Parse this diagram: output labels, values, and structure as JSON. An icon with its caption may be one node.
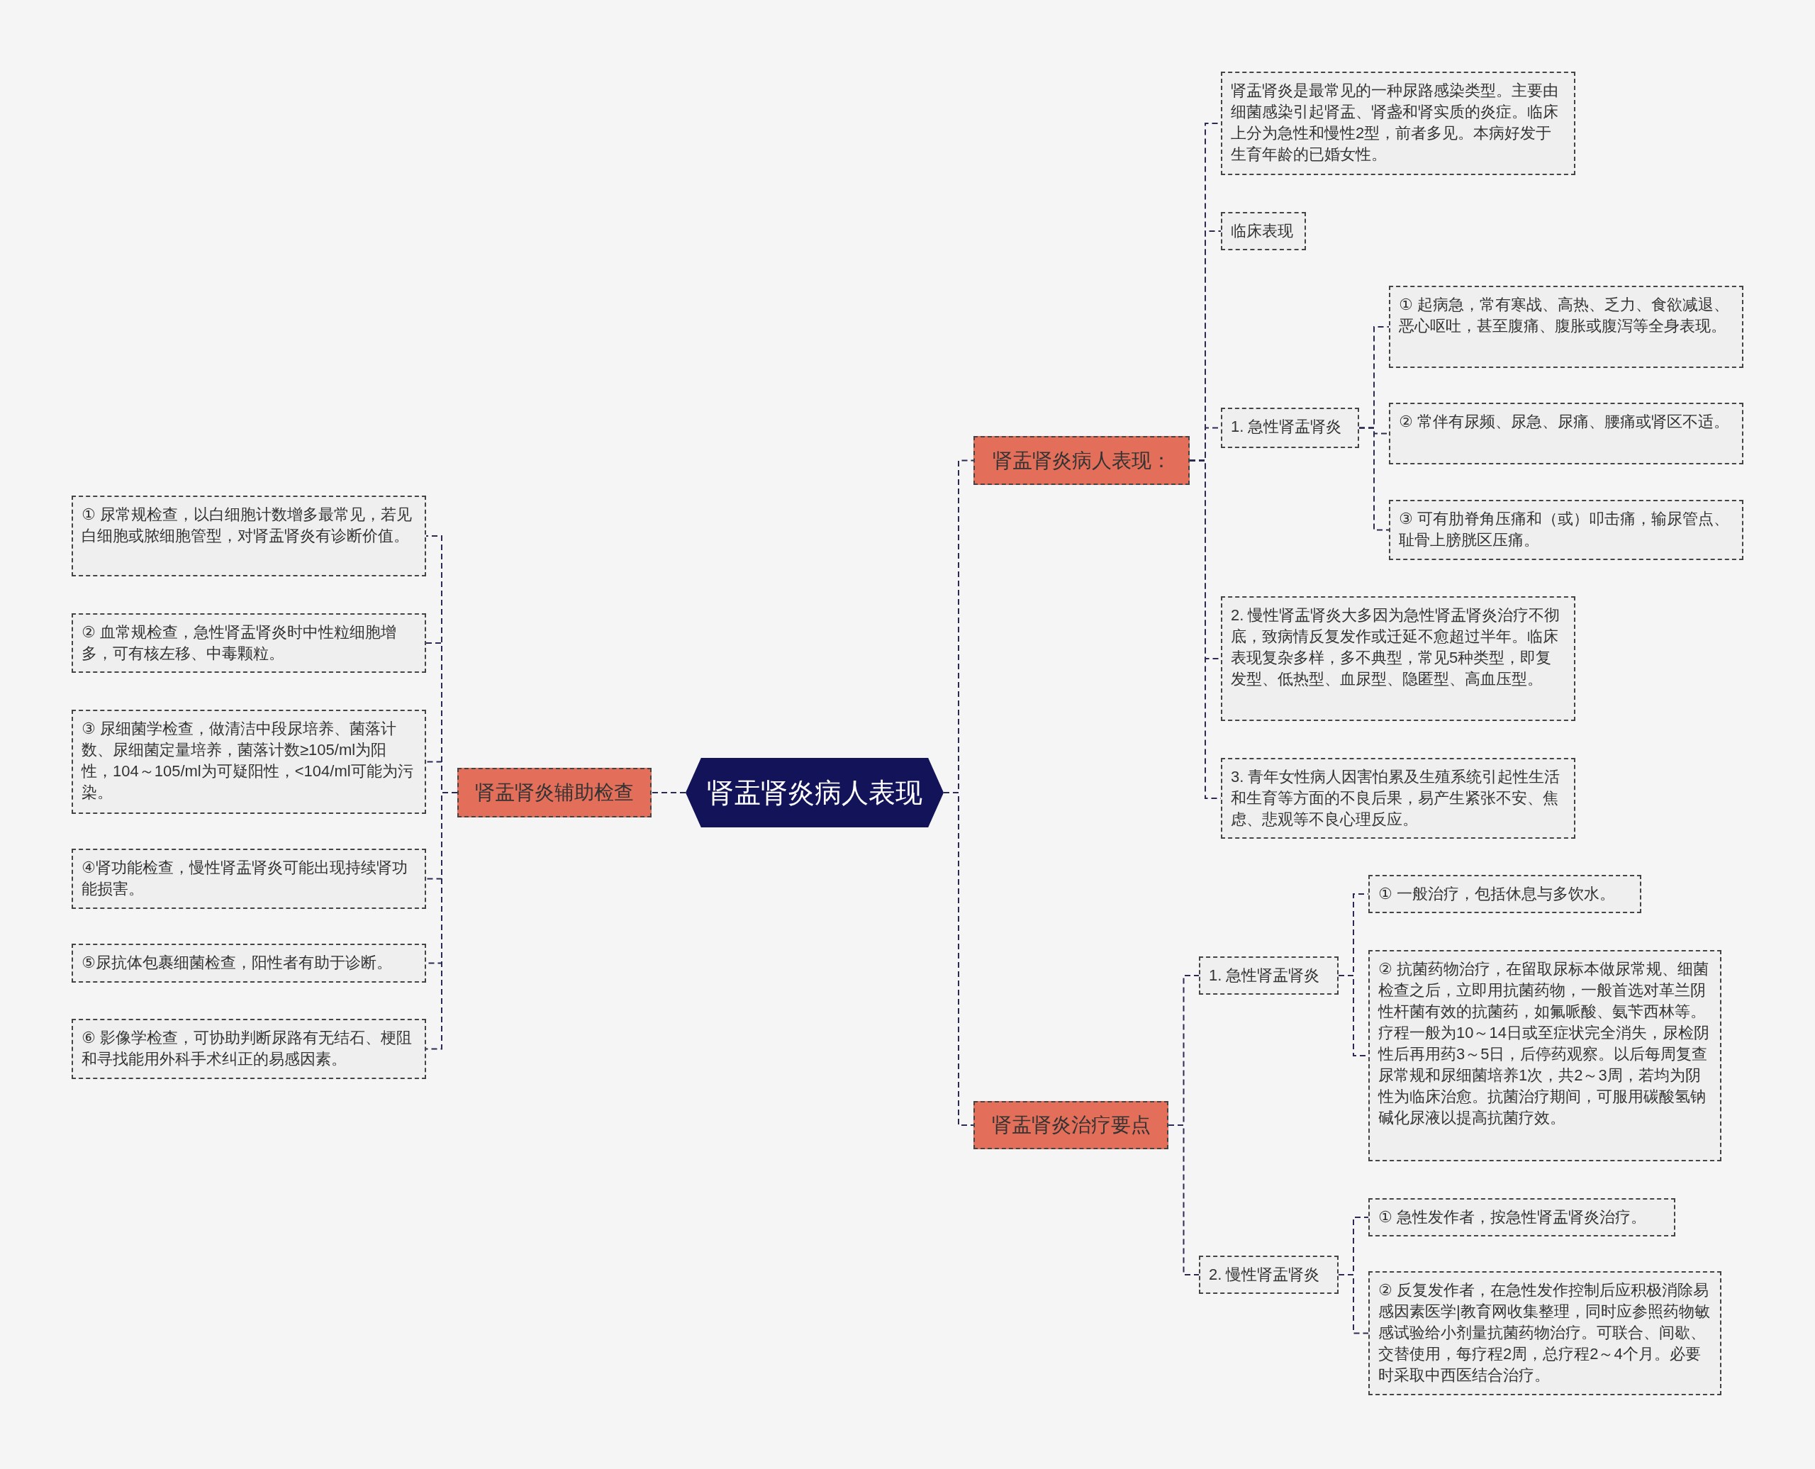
{
  "diagram": {
    "nodes": [
      {
        "text": [
          "肾盂肾炎病人表现"
        ]
      },
      {
        "text": [
          "肾盂肾炎病人表现："
        ]
      },
      {
        "text": [
          "肾盂肾炎是最常见的一种尿路感染类型。主要由细菌感染引起肾盂、肾盏和肾实质的炎症。临床上分为急性和慢性2型，前者多见。本病好发于生育年龄的已婚女性。"
        ]
      },
      {
        "text": [
          "临床表现"
        ]
      },
      {
        "text": [
          "1. 急性肾盂肾炎"
        ]
      },
      {
        "text": [
          "① 起病急，常有寒战、高热、乏力、食欲减退、恶心呕吐，甚至腹痛、腹胀或腹泻等全身表现。"
        ]
      },
      {
        "text": [
          "② 常伴有尿频、尿急、尿痛、腰痛或肾区不适。"
        ]
      },
      {
        "text": [
          "③ 可有肋脊角压痛和（或）叩击痛，输尿管点、耻骨上膀胱区压痛。"
        ]
      },
      {
        "text": [
          "2. 慢性肾盂肾炎大多因为急性肾盂肾炎治疗不彻底，致病情反复发作或迁延不愈超过半年。临床表现复杂多样，多不典型，常见5种类型，即复发型、低热型、血尿型、隐匿型、高血压型。"
        ]
      },
      {
        "text": [
          "3. 青年女性病人因害怕累及生殖系统引起性生活和生育等方面的不良后果，易产生紧张不安、焦虑、悲观等不良心理反应。"
        ]
      },
      {
        "text": [
          "肾盂肾炎治疗要点"
        ]
      },
      {
        "text": [
          "1. 急性肾盂肾炎"
        ]
      },
      {
        "text": [
          "① 一般治疗，包括休息与多饮水。"
        ]
      },
      {
        "text": [
          "② 抗菌药物治疗，在留取尿标本做尿常规、细菌检查之后，立即用抗菌药物，一般首选对革兰阴性杆菌有效的抗菌药，如氟哌酸、氨苄西林等。疗程一般为10～14日或至症状完全消失，尿检阴性后再用药3～5日，后停药观察。以后每周复查尿常规和尿细菌培养1次，共2～3周，若均为阴性为临床治愈。抗菌治疗期间，可服用碳酸氢钠碱化尿液以提高抗菌疗效。"
        ]
      },
      {
        "text": [
          "2. 慢性肾盂肾炎"
        ]
      },
      {
        "text": [
          "① 急性发作者，按急性肾盂肾炎治疗。"
        ]
      },
      {
        "text": [
          "② 反复发作者，在急性发作控制后应积极消除易感因素医学|教育网收集整理，同时应参照药物敏感试验给小剂量抗菌药物治疗。可联合、间歇、交替使用，每疗程2周，总疗程2～4个月。必要时采取中西医结合治疗。"
        ]
      },
      {
        "text": [
          "肾盂肾炎辅助检查"
        ]
      },
      {
        "text": [
          "① 尿常规检查，以白细胞计数增多最常见，若见白细胞或脓细胞管型，对肾盂肾炎有诊断价值。"
        ]
      },
      {
        "text": [
          "② 血常规检查，急性肾盂肾炎时中性粒细胞增多，可有核左移、中毒颗粒。"
        ]
      },
      {
        "text": [
          "③ 尿细菌学检查，做清洁中段尿培养、菌落计数、尿细菌定量培养，菌落计数≥105/ml为阳性，104～105/ml为可疑阳性，<104/ml可能为污染。"
        ]
      },
      {
        "text": [
          "④肾功能检查，慢性肾盂肾炎可能出现持续肾功能损害。"
        ]
      },
      {
        "text": [
          "⑤尿抗体包裹细菌检查，阳性者有助于诊断。"
        ]
      },
      {
        "text": [
          "⑥ 影像学检查，可协助判断尿路有无结石、梗阻和寻找能用外科手术纠正的易感因素。"
        ]
      }
    ],
    "edges": [
      {
        "from": 0,
        "to": 1,
        "arrow": "none"
      },
      {
        "from": 0,
        "to": 10,
        "arrow": "none"
      },
      {
        "from": 0,
        "to": 17,
        "arrow": "none"
      },
      {
        "from": 1,
        "to": 2,
        "arrow": "none"
      },
      {
        "from": 1,
        "to": 3,
        "arrow": "none"
      },
      {
        "from": 1,
        "to": 4,
        "arrow": "none"
      },
      {
        "from": 1,
        "to": 8,
        "arrow": "none"
      },
      {
        "from": 1,
        "to": 9,
        "arrow": "none"
      },
      {
        "from": 4,
        "to": 5,
        "arrow": "none"
      },
      {
        "from": 4,
        "to": 6,
        "arrow": "none"
      },
      {
        "from": 4,
        "to": 7,
        "arrow": "none"
      },
      {
        "from": 10,
        "to": 11,
        "arrow": "none"
      },
      {
        "from": 10,
        "to": 14,
        "arrow": "none"
      },
      {
        "from": 11,
        "to": 12,
        "arrow": "none"
      },
      {
        "from": 11,
        "to": 13,
        "arrow": "none"
      },
      {
        "from": 14,
        "to": 15,
        "arrow": "none"
      },
      {
        "from": 14,
        "to": 16,
        "arrow": "none"
      },
      {
        "from": 17,
        "to": 18,
        "arrow": "none"
      },
      {
        "from": 17,
        "to": 19,
        "arrow": "none"
      },
      {
        "from": 17,
        "to": 20,
        "arrow": "none"
      },
      {
        "from": 17,
        "to": 21,
        "arrow": "none"
      },
      {
        "from": 17,
        "to": 22,
        "arrow": "none"
      },
      {
        "from": 17,
        "to": 23,
        "arrow": "none"
      }
    ]
  }
}
